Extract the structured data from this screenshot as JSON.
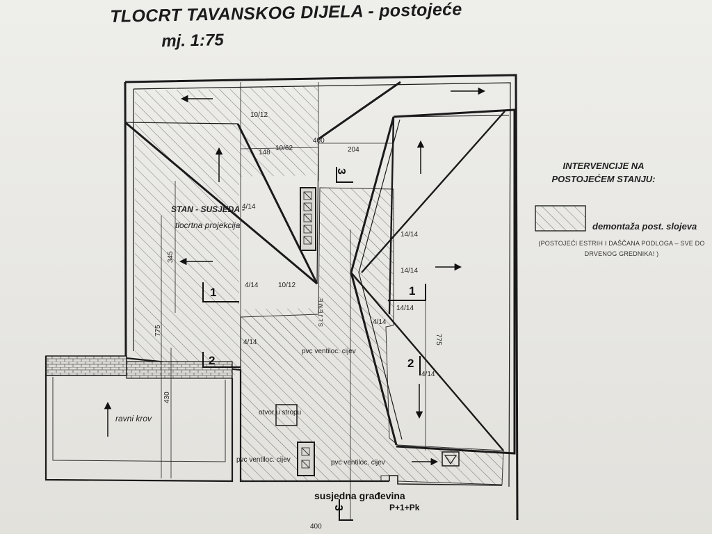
{
  "title": "TLOCRT  TAVANSKOG DIJELA  - postojeće",
  "scale": "mj. 1:75",
  "legend": {
    "heading": "INTERVENCIJE NA POSTOJEĆEM STANJU:",
    "item_label": "demontaža post. slojeva",
    "item_note": "(POSTOJEĆI ESTRIH I DAŠČANA PODLOGA – SVE DO DRVENOG GREDNIKA! )"
  },
  "plan": {
    "neighbor_flat": "STAN - SUSJEDA -",
    "neighbor_flat_sub": "tlocrtna projekcija",
    "flat_roof": "ravni krov",
    "ceiling_opening": "otvor u stropu",
    "vent_pipe": "pvc ventiloc. cijev",
    "ridge": "SLJEME",
    "neighbor_building": "susjedna građevina",
    "neighbor_building_floors": "P+1+Pk",
    "dims": {
      "d400_top": "400",
      "d204": "204",
      "d148": "148",
      "d1062": "10/62",
      "d345": "345",
      "d775_left": "775",
      "d430": "430",
      "d775_right": "775",
      "d400_bottom": "400"
    },
    "beams": {
      "b1012_top": "10/12",
      "b1012_mid": "10/12",
      "b414_a": "4/14",
      "b414_b": "4/14",
      "b414_c": "4/14",
      "b414_d": "4/14",
      "b414_e": "4/14",
      "b1414_a": "14/14",
      "b1414_b": "14/14",
      "b1414_c": "14/14"
    },
    "sections": {
      "s1": "1",
      "s2": "2",
      "s3": "3"
    }
  },
  "colors": {
    "ink": "#1a1a1a",
    "hatch": "#6e6e6e",
    "paper": "#eeeeeb"
  }
}
